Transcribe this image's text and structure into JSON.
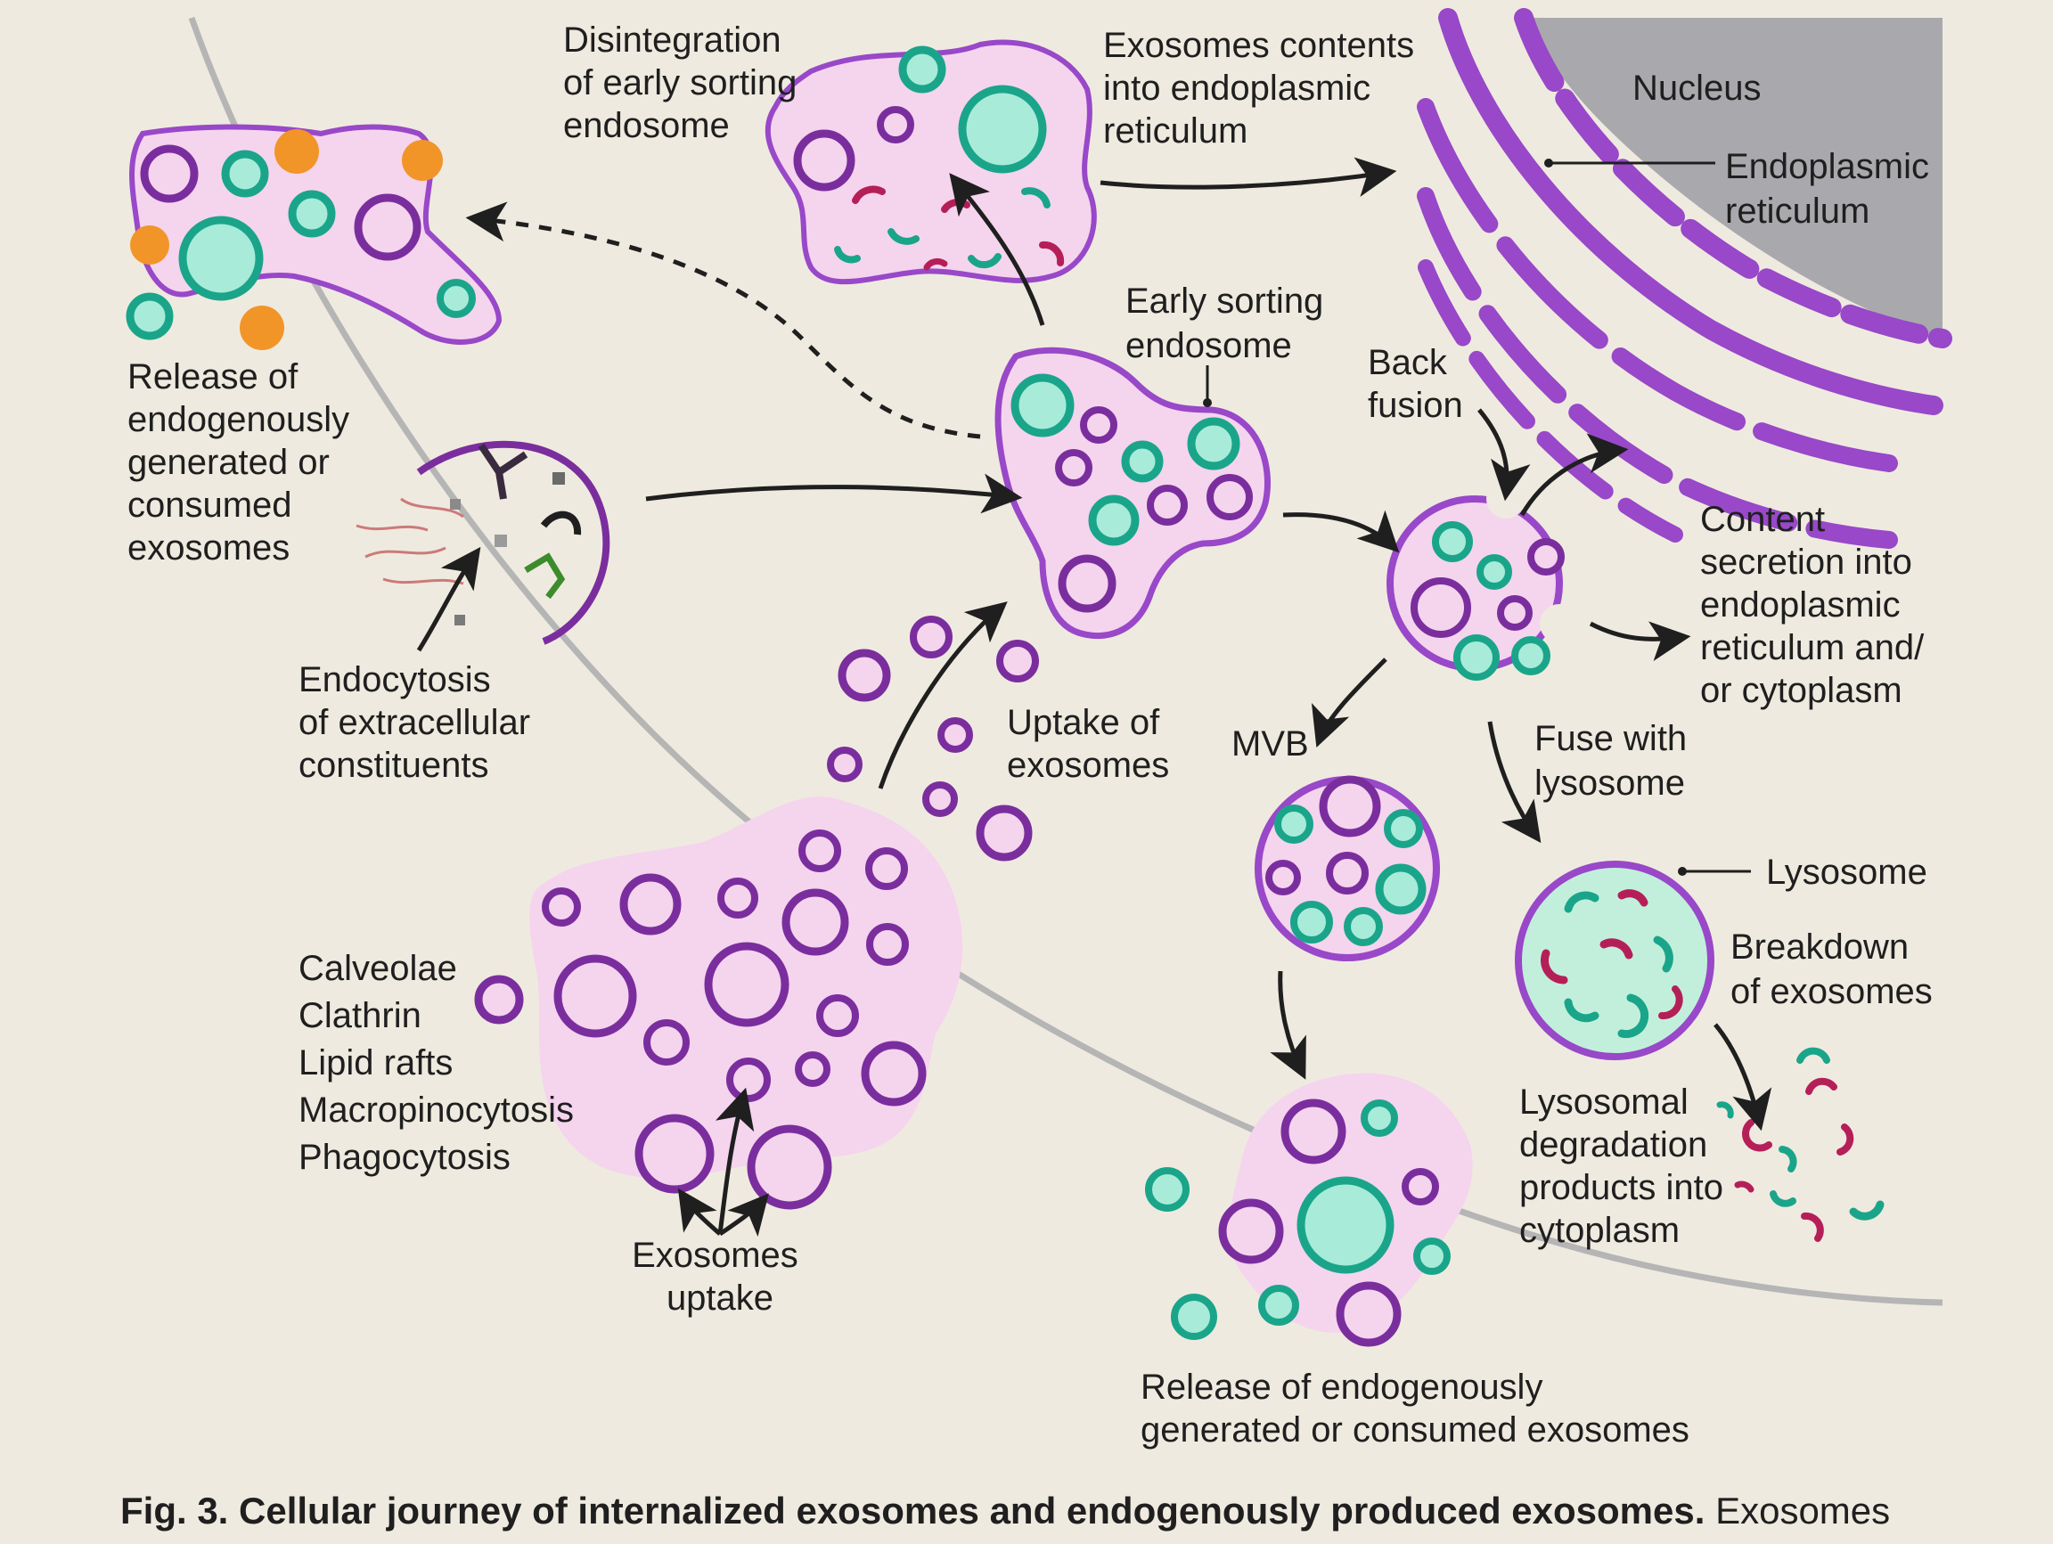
{
  "colors": {
    "background": "#efeadf",
    "membrane": "#b5b5b5",
    "vesicle_fill": "#f5d4ee",
    "vesicle_edge": "#9848c8",
    "purple_ring": "#7a2e9e",
    "teal": "#1aa58a",
    "teal_fill": "#a8ebd9",
    "orange": "#f29528",
    "nucleus": "#a9a9ad",
    "lysosome_fill": "#c2efdc",
    "cargo_red": "#b51f58"
  },
  "labels": {
    "disintegration": [
      "Disintegration",
      "of early sorting",
      "endosome"
    ],
    "er_contents": [
      "Exosomes contents",
      "into endoplasmic",
      "reticulum"
    ],
    "nucleus": "Nucleus",
    "er": [
      "Endoplasmic",
      "reticulum"
    ],
    "release_top": [
      "Release of",
      "endogenously",
      "generated or",
      "consumed",
      "exosomes"
    ],
    "early_sorting": [
      "Early sorting",
      "endosome"
    ],
    "back_fusion": [
      "Back",
      "fusion"
    ],
    "content_secretion": [
      "Content",
      "secretion into",
      "endoplasmic",
      "reticulum and/",
      "or cytoplasm"
    ],
    "endocytosis": [
      "Endocytosis",
      "of extracellular",
      "constituents"
    ],
    "uptake": [
      "Uptake of",
      "exosomes"
    ],
    "mvb": "MVB",
    "fuse_lysosome": [
      "Fuse with",
      "lysosome"
    ],
    "lysosome": "Lysosome",
    "breakdown": [
      "Breakdown",
      "of exosomes"
    ],
    "mechanisms": [
      "Calveolae",
      "Clathrin",
      "Lipid rafts",
      "Macropinocytosis",
      "Phagocytosis"
    ],
    "lysosomal_products": [
      "Lysosomal",
      "degradation",
      "products into",
      "cytoplasm"
    ],
    "exosomes_uptake": [
      "Exosomes",
      "uptake"
    ],
    "release_bottom": [
      "Release of endogenously",
      "generated or consumed exosomes"
    ]
  },
  "caption": {
    "bold": "Fig. 3. Cellular journey of internalized exosomes and endogenously produced exosomes.",
    "normal": " Exosomes"
  }
}
